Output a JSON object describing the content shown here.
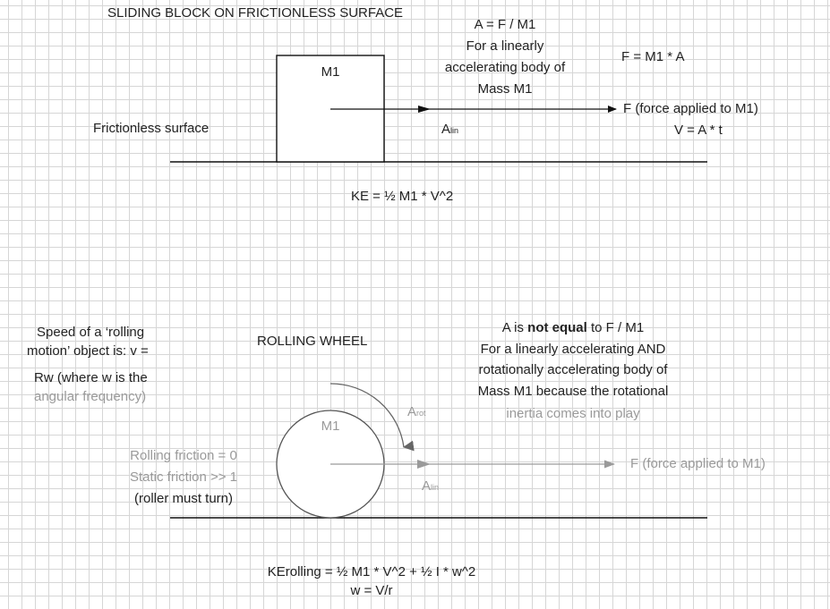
{
  "top": {
    "title": "SLIDING BLOCK ON FRICTIONLESS SURFACE",
    "block_label": "M1",
    "surface_label": "Frictionless surface",
    "formula_a": "A = F / M1",
    "desc_lines": [
      "For a linearly",
      "accelerating  body of",
      "Mass M1"
    ],
    "formula_f": "F = M1 * A",
    "accel_label_main": "A",
    "accel_label_sub": "lin",
    "force_label": "F (force applied to M1)",
    "velocity_formula": "V =  A * t",
    "ke_formula": "KE = ½ M1 * V^2"
  },
  "bottom": {
    "title": "ROLLING WHEEL",
    "wheel_label": "M1",
    "speed_lines": [
      "Speed of a ‘rolling",
      "motion’ object is: v =",
      "Rw (where w is the",
      "angular frequency)"
    ],
    "statement_prefix": "A is ",
    "statement_bold": "not equal",
    "statement_suffix": " to F / M1",
    "desc_lines": [
      "For a linearly accelerating AND",
      "rotationally accelerating body of",
      "Mass M1 because the rotational",
      "inertia comes into play"
    ],
    "rot_label_main": "A",
    "rot_label_sub": "rot",
    "lin_label_main": "A",
    "lin_label_sub": "lin",
    "force_label": "F (force applied to M1)",
    "friction_lines": [
      "Rolling friction = 0",
      "Static friction >> 1",
      "(roller must turn)"
    ],
    "ke_formula": "KErolling = ½ M1 * V^2 + ½ I * w^2",
    "omega_formula": "w = V/r"
  },
  "colors": {
    "ink": "#222222",
    "faded": "#9a9a9a",
    "grid": "#d6d6d6"
  }
}
